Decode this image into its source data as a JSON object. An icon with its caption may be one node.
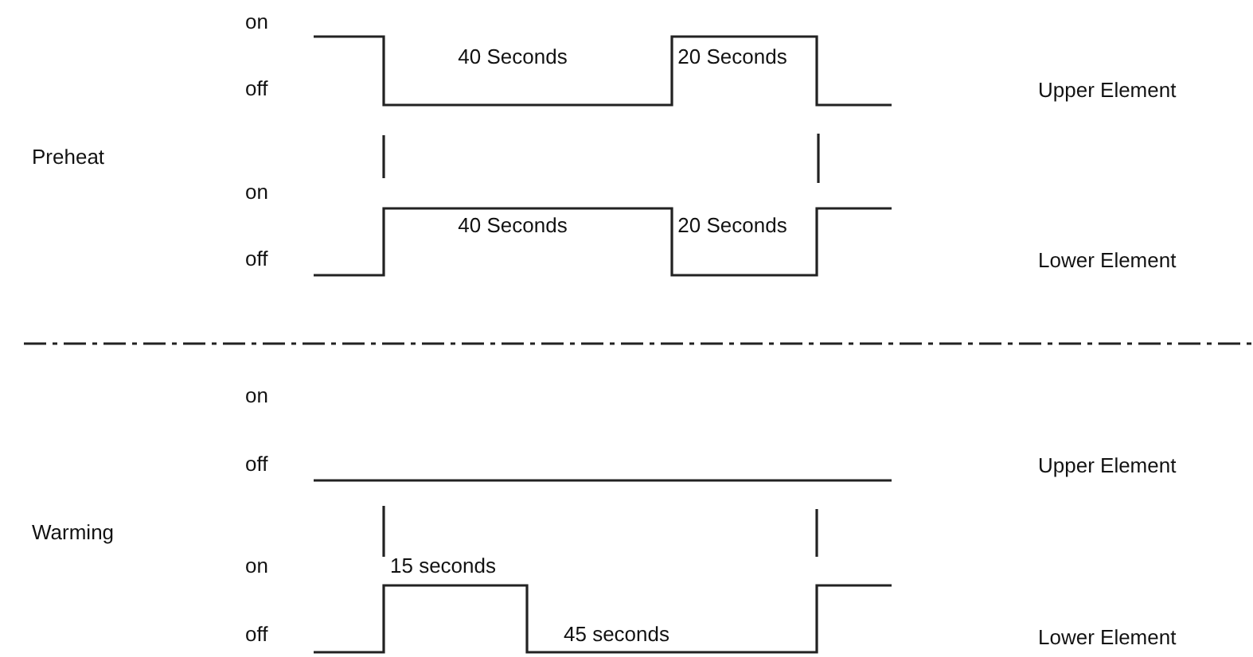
{
  "diagram": {
    "labels": [
      "on",
      "40 Seconds",
      "20 Seconds",
      "off",
      "Upper Element",
      "Preheat",
      "on",
      "40 Seconds",
      "20 Seconds",
      "off",
      "Lower Element",
      "on",
      "off",
      "Upper Element",
      "Warming",
      "on",
      "15 seconds",
      "off",
      "45 seconds",
      "Lower Element"
    ]
  }
}
